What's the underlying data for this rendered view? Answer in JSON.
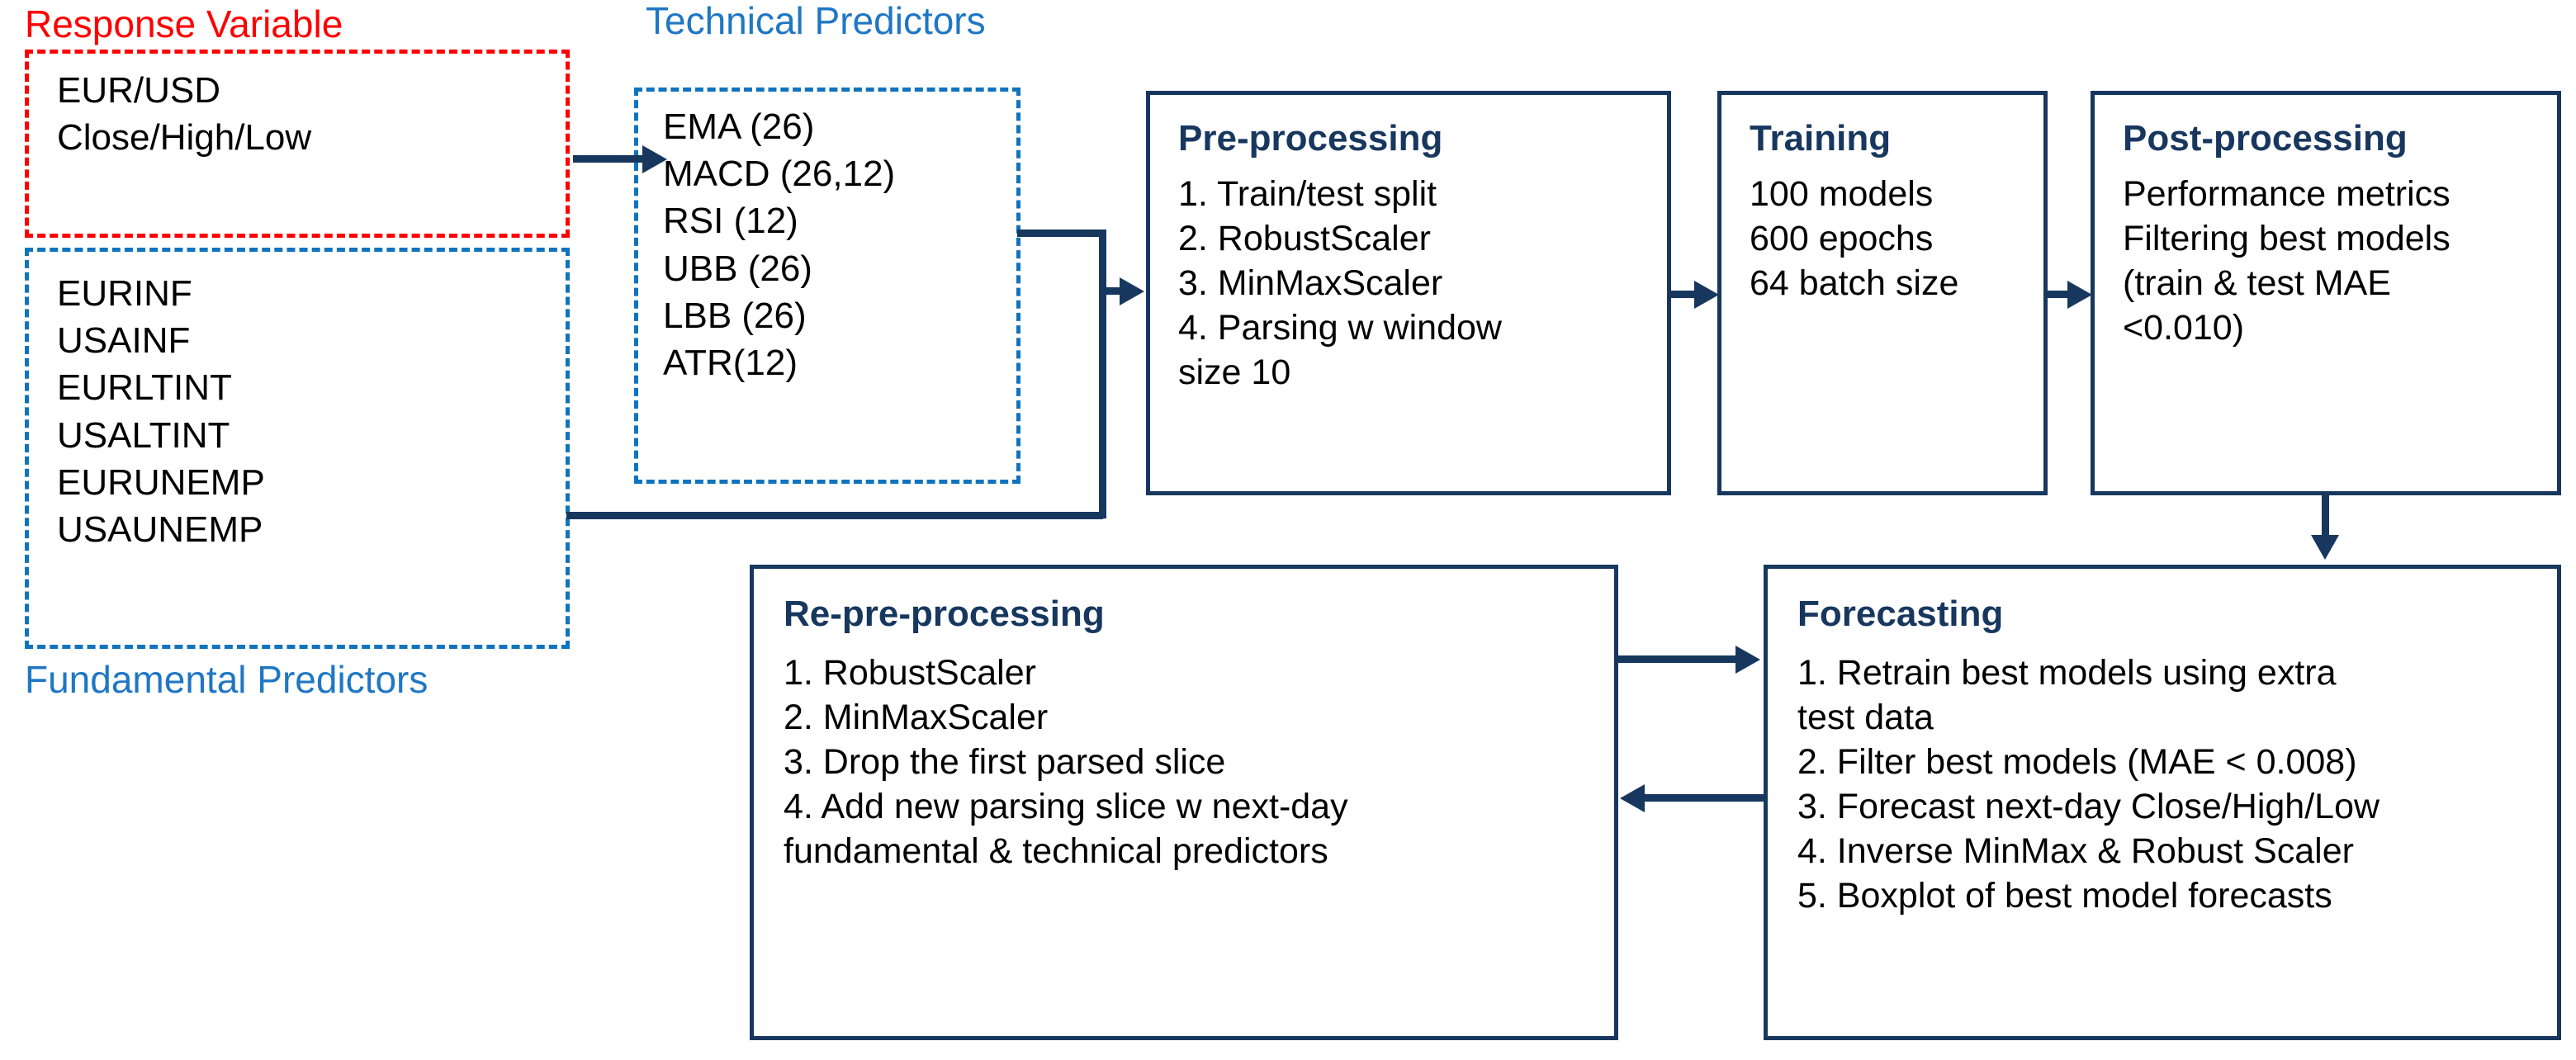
{
  "diagram": {
    "title": "EUR/USD forecasting pipeline flowchart",
    "colors": {
      "response_red": "#FF0000",
      "predictor_blue": "#1073BE",
      "box_navy": "#17375E",
      "background": "#FFFFFF"
    }
  },
  "labels": {
    "response_variable": "Response Variable",
    "technical_predictors": "Technical Predictors",
    "fundamental_predictors": "Fundamental Predictors"
  },
  "response_box": {
    "lines": [
      "EUR/USD",
      "Close/High/Low"
    ]
  },
  "fundamental_box": {
    "lines": [
      "EURINF",
      "USAINF",
      "EURLTINT",
      "USALTINT",
      "EURUNEMP",
      "USAUNEMP"
    ]
  },
  "technical_box": {
    "lines": [
      "EMA (26)",
      "MACD (26,12)",
      "RSI (12)",
      "UBB (26)",
      "LBB (26)",
      "ATR(12)"
    ]
  },
  "preprocessing": {
    "title": "Pre-processing",
    "lines": [
      "1. Train/test split",
      "2. RobustScaler",
      "3. MinMaxScaler",
      "4. Parsing w window",
      "size 10"
    ]
  },
  "training": {
    "title": "Training",
    "lines": [
      "100 models",
      "600 epochs",
      "64 batch size"
    ]
  },
  "postprocessing": {
    "title": "Post-processing",
    "lines": [
      "Performance metrics",
      "Filtering best models",
      "(train & test MAE",
      "<0.010)"
    ]
  },
  "repreprocessing": {
    "title": "Re-pre-processing",
    "lines": [
      "1. RobustScaler",
      "2. MinMaxScaler",
      "3. Drop the first parsed slice",
      "4. Add new parsing slice w next-day",
      "fundamental & technical predictors"
    ]
  },
  "forecasting": {
    "title": "Forecasting",
    "lines": [
      "1. Retrain best models using extra",
      "test data",
      "2. Filter best models (MAE < 0.008)",
      "3. Forecast next-day Close/High/Low",
      "4. Inverse MinMax & Robust Scaler",
      "5. Boxplot of best model forecasts"
    ]
  }
}
